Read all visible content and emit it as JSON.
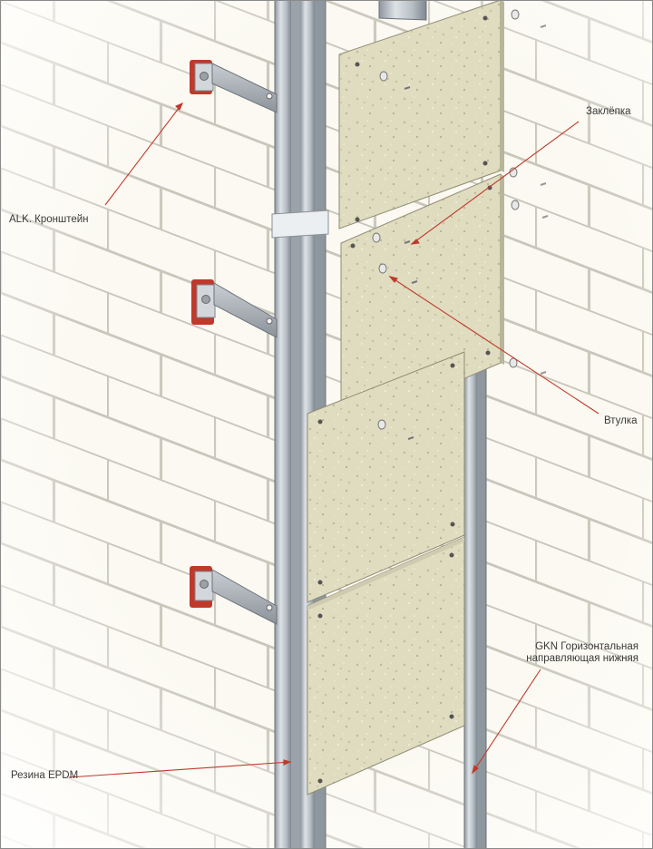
{
  "labels": {
    "bracket": "ALK. Кронштейн",
    "rivet": "Заклёпка",
    "sleeve": "Втулка",
    "rail_line1": "GKN Горизонтальная",
    "rail_line2": "направляющая нижняя",
    "epdm": "Резина EPDM"
  },
  "colors": {
    "brick": "#fbf9f1",
    "mortar": "#c9c6bb",
    "panel": "#dfdcc0",
    "profile": "#c5ccd3",
    "bracket": "#a8aeb5",
    "gasket": "#c0392b",
    "leader": "#c0392b"
  }
}
